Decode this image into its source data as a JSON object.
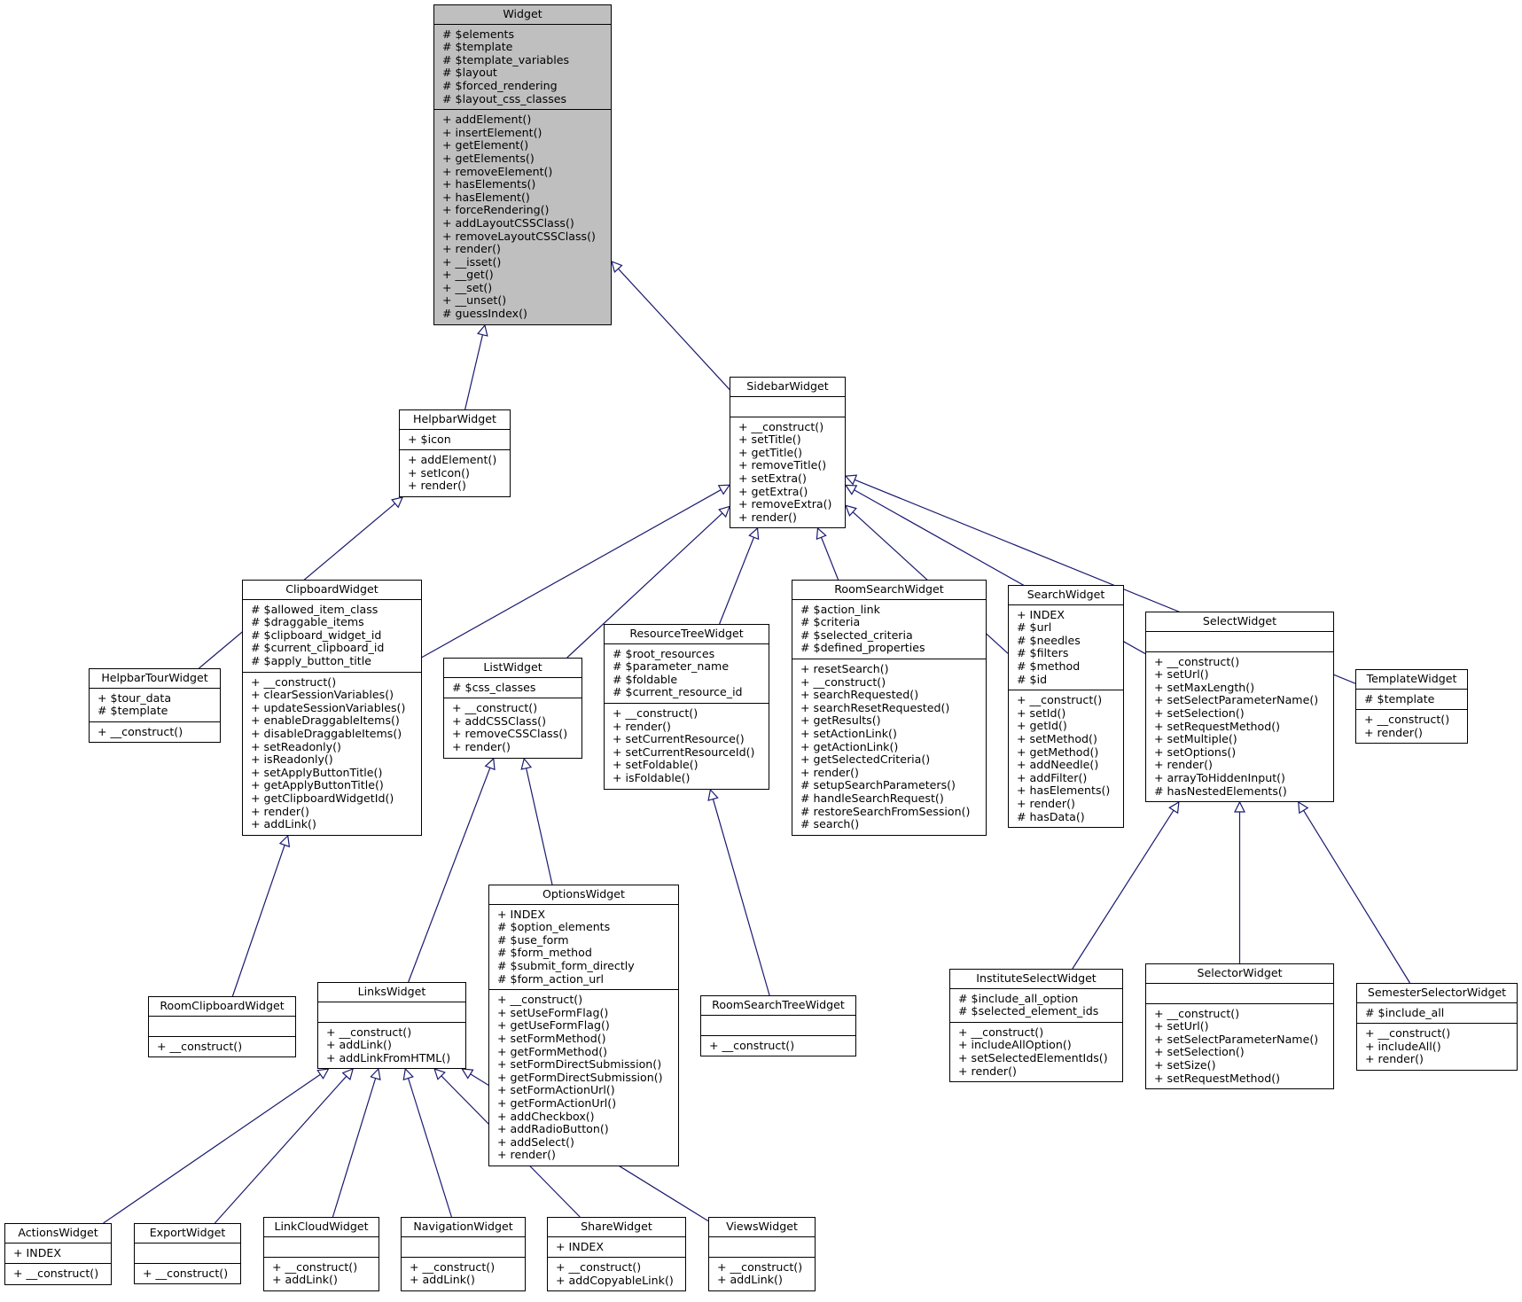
{
  "colors": {
    "edge": "#191970",
    "highlight": "#bfbfbf",
    "border": "#000000"
  },
  "classes": {
    "widget": {
      "name": "Widget",
      "attributes": [
        "# $elements",
        "# $template",
        "# $template_variables",
        "# $layout",
        "# $forced_rendering",
        "# $layout_css_classes"
      ],
      "methods": [
        "+ addElement()",
        "+ insertElement()",
        "+ getElement()",
        "+ getElements()",
        "+ removeElement()",
        "+ hasElements()",
        "+ hasElement()",
        "+ forceRendering()",
        "+ addLayoutCSSClass()",
        "+ removeLayoutCSSClass()",
        "+ render()",
        "+ __isset()",
        "+ __get()",
        "+ __set()",
        "+ __unset()",
        "# guessIndex()"
      ]
    },
    "helpbar": {
      "name": "HelpbarWidget",
      "attributes": [
        "+ $icon"
      ],
      "methods": [
        "+ addElement()",
        "+ setIcon()",
        "+ render()"
      ]
    },
    "sidebar": {
      "name": "SidebarWidget",
      "attributes": [],
      "methods": [
        "+ __construct()",
        "+ setTitle()",
        "+ getTitle()",
        "+ removeTitle()",
        "+ setExtra()",
        "+ getExtra()",
        "+ removeExtra()",
        "+ render()"
      ]
    },
    "helpbartour": {
      "name": "HelpbarTourWidget",
      "attributes": [
        "+ $tour_data",
        "# $template"
      ],
      "methods": [
        "+ __construct()"
      ]
    },
    "clipboard": {
      "name": "ClipboardWidget",
      "attributes": [
        "# $allowed_item_class",
        "# $draggable_items",
        "# $clipboard_widget_id",
        "# $current_clipboard_id",
        "# $apply_button_title"
      ],
      "methods": [
        "+ __construct()",
        "+ clearSessionVariables()",
        "+ updateSessionVariables()",
        "+ enableDraggableItems()",
        "+ disableDraggableItems()",
        "+ setReadonly()",
        "+ isReadonly()",
        "+ setApplyButtonTitle()",
        "+ getApplyButtonTitle()",
        "+ getClipboardWidgetId()",
        "+ render()",
        "+ addLink()"
      ]
    },
    "list": {
      "name": "ListWidget",
      "attributes": [
        "# $css_classes"
      ],
      "methods": [
        "+ __construct()",
        "+ addCSSClass()",
        "+ removeCSSClass()",
        "+ render()"
      ]
    },
    "resourcetree": {
      "name": "ResourceTreeWidget",
      "attributes": [
        "# $root_resources",
        "# $parameter_name",
        "# $foldable",
        "# $current_resource_id"
      ],
      "methods": [
        "+ __construct()",
        "+ render()",
        "+ setCurrentResource()",
        "+ setCurrentResourceId()",
        "+ setFoldable()",
        "+ isFoldable()"
      ]
    },
    "roomsearch": {
      "name": "RoomSearchWidget",
      "attributes": [
        "# $action_link",
        "# $criteria",
        "# $selected_criteria",
        "# $defined_properties"
      ],
      "methods": [
        "+ resetSearch()",
        "+ __construct()",
        "+ searchRequested()",
        "+ searchResetRequested()",
        "+ getResults()",
        "+ setActionLink()",
        "+ getActionLink()",
        "+ getSelectedCriteria()",
        "+ render()",
        "# setupSearchParameters()",
        "# handleSearchRequest()",
        "# restoreSearchFromSession()",
        "# search()"
      ]
    },
    "search": {
      "name": "SearchWidget",
      "attributes": [
        "+ INDEX",
        "# $url",
        "# $needles",
        "# $filters",
        "# $method",
        "# $id"
      ],
      "methods": [
        "+ __construct()",
        "+ setId()",
        "+ getId()",
        "+ setMethod()",
        "+ getMethod()",
        "+ addNeedle()",
        "+ addFilter()",
        "+ hasElements()",
        "+ render()",
        "# hasData()"
      ]
    },
    "select": {
      "name": "SelectWidget",
      "attributes": [],
      "methods": [
        "+ __construct()",
        "+ setUrl()",
        "+ setMaxLength()",
        "+ setSelectParameterName()",
        "+ setSelection()",
        "+ setRequestMethod()",
        "+ setMultiple()",
        "+ setOptions()",
        "+ render()",
        "+ arrayToHiddenInput()",
        "# hasNestedElements()"
      ]
    },
    "template": {
      "name": "TemplateWidget",
      "attributes": [
        "# $template"
      ],
      "methods": [
        "+ __construct()",
        "+ render()"
      ]
    },
    "options": {
      "name": "OptionsWidget",
      "attributes": [
        "+ INDEX",
        "# $option_elements",
        "# $use_form",
        "# $form_method",
        "# $submit_form_directly",
        "# $form_action_url"
      ],
      "methods": [
        "+ __construct()",
        "+ setUseFormFlag()",
        "+ getUseFormFlag()",
        "+ setFormMethod()",
        "+ getFormMethod()",
        "+ setFormDirectSubmission()",
        "+ getFormDirectSubmission()",
        "+ setFormActionUrl()",
        "+ getFormActionUrl()",
        "+ addCheckbox()",
        "+ addRadioButton()",
        "+ addSelect()",
        "+ render()"
      ]
    },
    "roomclipboard": {
      "name": "RoomClipboardWidget",
      "attributes": [],
      "methods": [
        "+ __construct()"
      ]
    },
    "links": {
      "name": "LinksWidget",
      "attributes": [],
      "methods": [
        "+ __construct()",
        "+ addLink()",
        "+ addLinkFromHTML()"
      ]
    },
    "roomsearchtree": {
      "name": "RoomSearchTreeWidget",
      "attributes": [],
      "methods": [
        "+ __construct()"
      ]
    },
    "instituteselect": {
      "name": "InstituteSelectWidget",
      "attributes": [
        "# $include_all_option",
        "# $selected_element_ids"
      ],
      "methods": [
        "+ __construct()",
        "+ includeAllOption()",
        "+ setSelectedElementIds()",
        "+ render()"
      ]
    },
    "selector": {
      "name": "SelectorWidget",
      "attributes": [],
      "methods": [
        "+ __construct()",
        "+ setUrl()",
        "+ setSelectParameterName()",
        "+ setSelection()",
        "+ setSize()",
        "+ setRequestMethod()"
      ]
    },
    "semesterselector": {
      "name": "SemesterSelectorWidget",
      "attributes": [
        "# $include_all"
      ],
      "methods": [
        "+ __construct()",
        "+ includeAll()",
        "+ render()"
      ]
    },
    "actions": {
      "name": "ActionsWidget",
      "attributes": [
        "+ INDEX"
      ],
      "methods": [
        "+ __construct()"
      ]
    },
    "export": {
      "name": "ExportWidget",
      "attributes": [],
      "methods": [
        "+ __construct()"
      ]
    },
    "linkcloud": {
      "name": "LinkCloudWidget",
      "attributes": [],
      "methods": [
        "+ __construct()",
        "+ addLink()"
      ]
    },
    "navigation": {
      "name": "NavigationWidget",
      "attributes": [],
      "methods": [
        "+ __construct()",
        "+ addLink()"
      ]
    },
    "share": {
      "name": "ShareWidget",
      "attributes": [
        "+ INDEX"
      ],
      "methods": [
        "+ __construct()",
        "+ addCopyableLink()"
      ]
    },
    "views": {
      "name": "ViewsWidget",
      "attributes": [],
      "methods": [
        "+ __construct()",
        "+ addLink()"
      ]
    }
  },
  "inheritance": [
    {
      "child": "helpbar",
      "parent": "widget"
    },
    {
      "child": "sidebar",
      "parent": "widget"
    },
    {
      "child": "helpbartour",
      "parent": "helpbar"
    },
    {
      "child": "clipboard",
      "parent": "sidebar"
    },
    {
      "child": "list",
      "parent": "sidebar"
    },
    {
      "child": "resourcetree",
      "parent": "sidebar"
    },
    {
      "child": "roomsearch",
      "parent": "sidebar"
    },
    {
      "child": "search",
      "parent": "sidebar"
    },
    {
      "child": "select",
      "parent": "sidebar"
    },
    {
      "child": "template",
      "parent": "sidebar"
    },
    {
      "child": "roomclipboard",
      "parent": "clipboard"
    },
    {
      "child": "links",
      "parent": "list"
    },
    {
      "child": "options",
      "parent": "list"
    },
    {
      "child": "roomsearchtree",
      "parent": "resourcetree"
    },
    {
      "child": "instituteselect",
      "parent": "select"
    },
    {
      "child": "selector",
      "parent": "select"
    },
    {
      "child": "semesterselector",
      "parent": "select"
    },
    {
      "child": "actions",
      "parent": "links"
    },
    {
      "child": "export",
      "parent": "links"
    },
    {
      "child": "linkcloud",
      "parent": "links"
    },
    {
      "child": "navigation",
      "parent": "links"
    },
    {
      "child": "share",
      "parent": "links"
    },
    {
      "child": "views",
      "parent": "links"
    }
  ]
}
